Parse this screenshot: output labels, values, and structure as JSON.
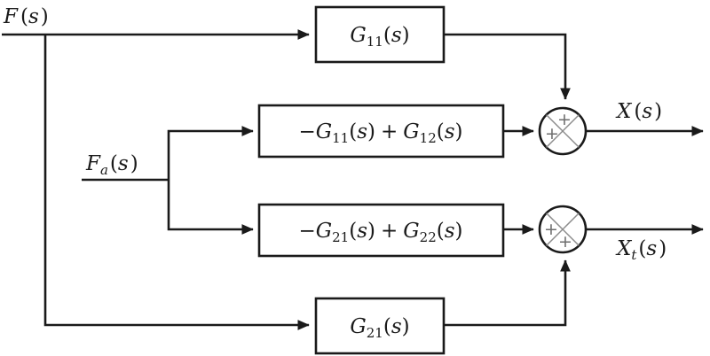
{
  "diagram": {
    "title": "Two-input two-output transfer function block diagram",
    "background_color": "#ffffff",
    "line_color": "#1a1a1a",
    "cross_color": "#8c8c8c",
    "sign_color": "#6e6e6e",
    "inputs": [
      {
        "id": "F",
        "label_main": "F",
        "label_arg": "(s)",
        "label_sub": ""
      },
      {
        "id": "Fa",
        "label_main": "F",
        "label_arg": "(s)",
        "label_sub": "a"
      }
    ],
    "outputs": [
      {
        "id": "X",
        "label_main": "X",
        "label_arg": "(s)",
        "label_sub": ""
      },
      {
        "id": "Xt",
        "label_main": "X",
        "label_arg": "(s)",
        "label_sub": "t"
      }
    ],
    "blocks": [
      {
        "id": "block-g11",
        "name": "G11",
        "text_parts": [
          {
            "kind": "main",
            "text": "G"
          },
          {
            "kind": "sub",
            "text": "11"
          },
          {
            "kind": "paren",
            "text": "("
          },
          {
            "kind": "main",
            "text": "s"
          },
          {
            "kind": "paren",
            "text": ")"
          }
        ]
      },
      {
        "id": "block-mg11-pg12",
        "name": "-G11 + G12",
        "text_parts": [
          {
            "kind": "op",
            "text": "−"
          },
          {
            "kind": "main",
            "text": "G"
          },
          {
            "kind": "sub",
            "text": "11"
          },
          {
            "kind": "paren",
            "text": "("
          },
          {
            "kind": "main",
            "text": "s"
          },
          {
            "kind": "paren",
            "text": ")"
          },
          {
            "kind": "op",
            "text": "+"
          },
          {
            "kind": "main",
            "text": "G"
          },
          {
            "kind": "sub",
            "text": "12"
          },
          {
            "kind": "paren",
            "text": "("
          },
          {
            "kind": "main",
            "text": "s"
          },
          {
            "kind": "paren",
            "text": ")"
          }
        ]
      },
      {
        "id": "block-mg21-pg22",
        "name": "-G21 + G22",
        "text_parts": [
          {
            "kind": "op",
            "text": "−"
          },
          {
            "kind": "main",
            "text": "G"
          },
          {
            "kind": "sub",
            "text": "21"
          },
          {
            "kind": "paren",
            "text": "("
          },
          {
            "kind": "main",
            "text": "s"
          },
          {
            "kind": "paren",
            "text": ")"
          },
          {
            "kind": "op",
            "text": "+"
          },
          {
            "kind": "main",
            "text": "G"
          },
          {
            "kind": "sub",
            "text": "22"
          },
          {
            "kind": "paren",
            "text": "("
          },
          {
            "kind": "main",
            "text": "s"
          },
          {
            "kind": "paren",
            "text": ")"
          }
        ]
      },
      {
        "id": "block-g21",
        "name": "G21",
        "text_parts": [
          {
            "kind": "main",
            "text": "G"
          },
          {
            "kind": "sub",
            "text": "21"
          },
          {
            "kind": "paren",
            "text": "("
          },
          {
            "kind": "main",
            "text": "s"
          },
          {
            "kind": "paren",
            "text": ")"
          }
        ]
      }
    ],
    "summing_junctions": [
      {
        "id": "sum-top",
        "signs": {
          "top": "+",
          "left": "+"
        }
      },
      {
        "id": "sum-bottom",
        "signs": {
          "left": "+",
          "bottom": "+"
        }
      }
    ]
  }
}
